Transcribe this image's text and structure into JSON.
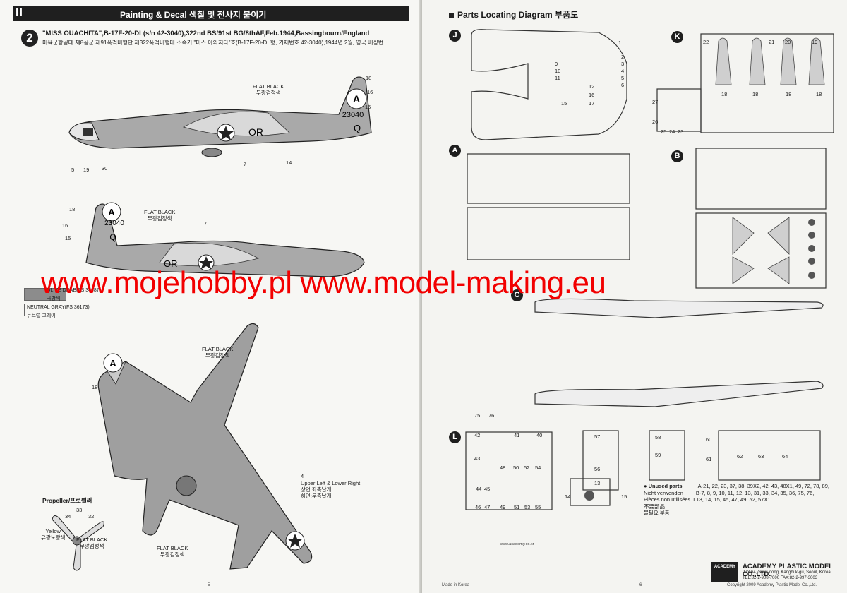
{
  "left_page": {
    "section_number": "II",
    "header_title": "Painting & Decal 색칠 및 전사지 붙이기",
    "scheme": {
      "number": "2",
      "title": "\"MISS OUACHITA\",B-17F-20-DL(s/n 42-3040),322nd BS/91st BG/8thAF,Feb.1944,Bassingbourn/England",
      "subtitle": "미육군항공대 제8공군 제91폭격비행단 제322폭격비행대 소속기 \"미스 아와치타\"호(B-17F-20-DL형, 기체번호 42-3040),1944년 2월, 영국 배싱번"
    },
    "side_view_top": {
      "tail_letter": "A",
      "tail_serial": "23040",
      "tail_code": "Q",
      "fuselage_code": "OR",
      "callout": [
        "FLAT BLACK",
        "무광검정색"
      ],
      "numbers": [
        "18",
        "16",
        "15",
        "5",
        "19",
        "30",
        "7",
        "14"
      ]
    },
    "side_view_bottom": {
      "tail_letter": "A",
      "tail_serial": "23040",
      "tail_code": "Q",
      "fuselage_code": "OR",
      "callout": [
        "FLAT BLACK",
        "무광검정색"
      ],
      "numbers": [
        "18",
        "16",
        "15",
        "7"
      ]
    },
    "legend": [
      {
        "label": "OLIVE DRAB(FS 34087)",
        "label_kr": "국방색",
        "color": "#8c8c8c"
      },
      {
        "label": "NEUTRAL GRAY(FS 36173)",
        "label_kr": "뉴트럴 그레이",
        "color": "#f7f7f4"
      }
    ],
    "top_view": {
      "callout_top": [
        "FLAT BLACK",
        "무광검정색"
      ],
      "callout_bottom": [
        "FLAT BLACK",
        "무광검정색"
      ],
      "decal_note": [
        "Upper Left & Lower Right",
        "상면:좌측날개",
        "하면:우측날개"
      ],
      "numbers": [
        "18",
        "4"
      ]
    },
    "propeller": {
      "title": "Propeller/프로펠러",
      "numbers": [
        "33",
        "34",
        "32"
      ],
      "yellow": [
        "Yellow",
        "유광노랑색"
      ],
      "flat_black": [
        "FLAT BLACK",
        "무광검정색"
      ]
    },
    "page_number": "5"
  },
  "watermark": "www.mojehobby.pl www.model-making.eu",
  "right_page": {
    "title": "Parts Locating Diagram 부품도",
    "sprues": [
      "J",
      "K",
      "A",
      "B",
      "C",
      "L"
    ],
    "k_numbers": [
      "22",
      "21",
      "20",
      "19",
      "18",
      "18",
      "18",
      "18",
      "27",
      "26",
      "25",
      "24",
      "23"
    ],
    "j_numbers": [
      "1",
      "9",
      "10",
      "11",
      "2",
      "3",
      "4",
      "5",
      "6",
      "12",
      "15",
      "16",
      "17"
    ],
    "l_numbers": [
      "75",
      "76",
      "42",
      "41",
      "40",
      "43",
      "48",
      "50",
      "52",
      "54",
      "44",
      "45",
      "46",
      "47",
      "49",
      "51",
      "53",
      "55"
    ],
    "misc_numbers": [
      "57",
      "56",
      "13",
      "14",
      "15",
      "58",
      "59",
      "60",
      "61",
      "62",
      "63",
      "64"
    ],
    "unused": {
      "label": "Unused parts",
      "label_de": "Nicht verwenden",
      "label_fr": "Pièces non utilisées",
      "label_kr1": "不要部品",
      "label_kr2": "불필요 부품",
      "line1": "A-21, 22, 23, 37, 38, 39X2, 42, 43, 48X1, 49, 72, 78, 89,",
      "line2": "B-7, 8, 9, 10, 11, 12, 13, 31, 33, 34, 35, 36, 75, 76,",
      "line3": "L13, 14, 15, 45, 47, 49, 52, 57X1"
    },
    "contact": "www.academy.co.kr",
    "company": "ACADEMY PLASTIC MODEL CO.,LTD.",
    "company_addr1": "273-64, Suyu-dong, Kangbuk-gu, Seoul, Korea",
    "company_addr2": "TEL:82-2-908-7000  FAX:82-2-997-3003",
    "logo": "ACADEMY",
    "made_in": "Made in Korea",
    "page_number": "6",
    "copyright": "Copyright 2009 Academy Plastic Model Co.,Ltd."
  }
}
